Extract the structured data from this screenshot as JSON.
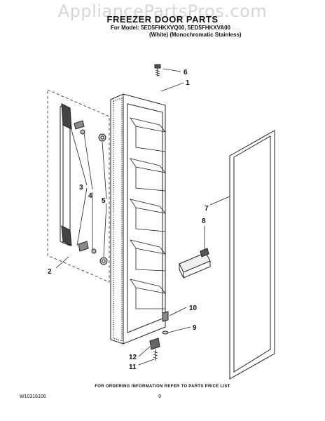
{
  "watermark": "AppliancePartsPros.com",
  "title": "FREEZER DOOR PARTS",
  "model_line_1": "For Model: 5ED5FHKXVQ00, 5ED5FHKXVA00",
  "model_line_2": "(White) (Monochromatic Stainless)",
  "footer": "FOR ORDERING INFORMATION REFER TO PARTS PRICE LIST",
  "doc_number": "W10316106",
  "page_number": "9",
  "callouts": {
    "c1": "1",
    "c2": "2",
    "c3": "3",
    "c4": "4",
    "c5": "5",
    "c6": "6",
    "c7": "7",
    "c8": "8",
    "c9": "9",
    "c10": "10",
    "c11": "11",
    "c12": "12"
  }
}
